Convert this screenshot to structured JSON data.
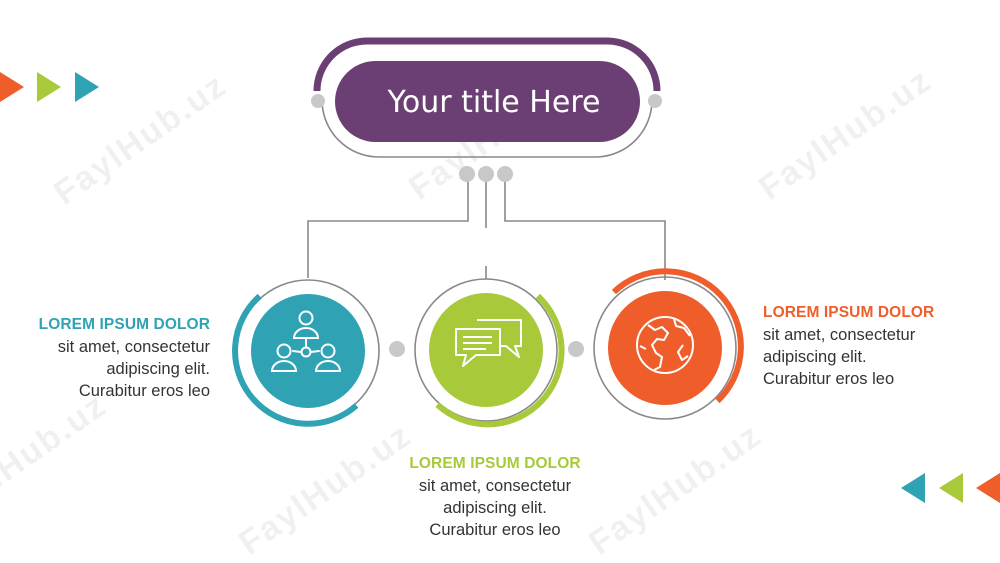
{
  "title": "Your title Here",
  "watermark": "FaylHub.uz",
  "colors": {
    "title_bg": "#6b3f73",
    "teal": "#2fa3b3",
    "green": "#a7c93a",
    "orange": "#ef5d2a",
    "line": "#888888",
    "dot": "#c8c8c8"
  },
  "items": [
    {
      "heading": "LOREM IPSUM DOLOR",
      "lines": [
        "sit amet, consectetur",
        "adipiscing elit.",
        "Curabitur eros leo"
      ],
      "icon": "people-network-icon"
    },
    {
      "heading": "LOREM IPSUM DOLOR",
      "lines": [
        "sit amet, consectetur",
        "adipiscing elit.",
        "Curabitur eros leo"
      ],
      "icon": "chat-bubbles-icon"
    },
    {
      "heading": "LOREM IPSUM DOLOR",
      "lines": [
        "sit amet, consectetur",
        "adipiscing elit.",
        "Curabitur eros leo"
      ],
      "icon": "globe-icon"
    }
  ]
}
